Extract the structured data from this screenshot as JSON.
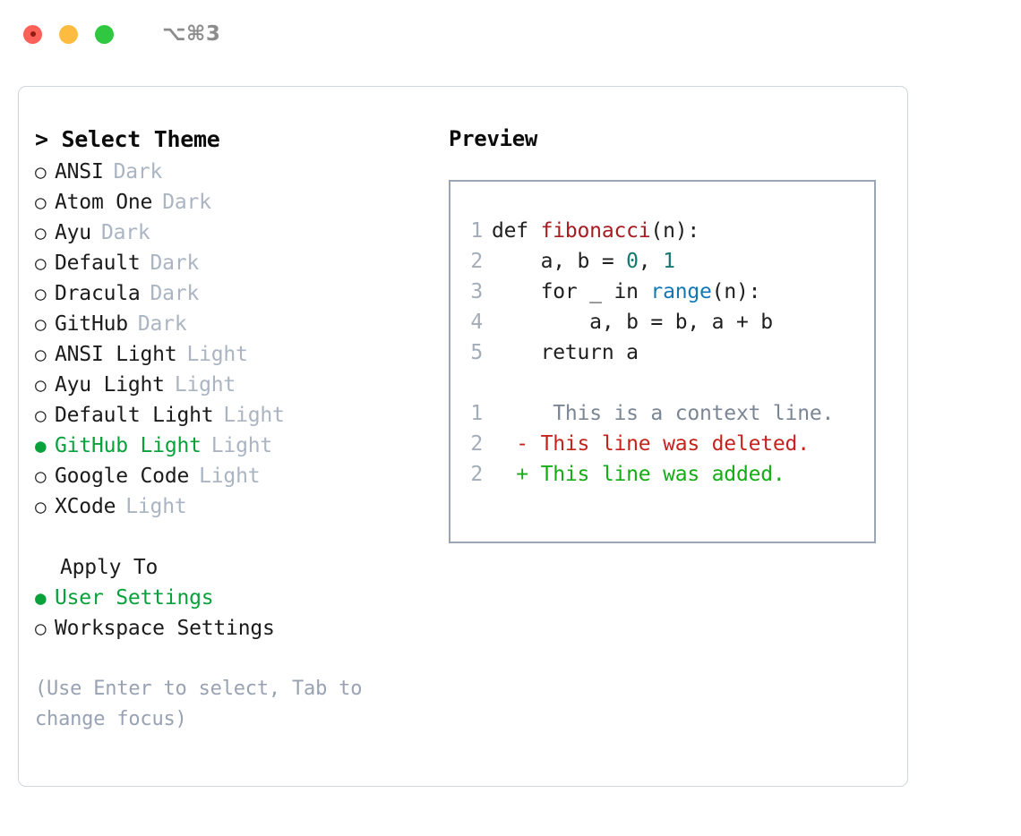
{
  "window": {
    "shortcut": "⌥⌘3",
    "traffic_lights": [
      "close",
      "minimize",
      "zoom"
    ]
  },
  "left": {
    "header": "> Select Theme",
    "themes": [
      {
        "bullet": "○",
        "name": "ANSI",
        "variant": "Dark",
        "selected": false
      },
      {
        "bullet": "○",
        "name": "Atom One",
        "variant": "Dark",
        "selected": false
      },
      {
        "bullet": "○",
        "name": "Ayu",
        "variant": "Dark",
        "selected": false
      },
      {
        "bullet": "○",
        "name": "Default",
        "variant": "Dark",
        "selected": false
      },
      {
        "bullet": "○",
        "name": "Dracula",
        "variant": "Dark",
        "selected": false
      },
      {
        "bullet": "○",
        "name": "GitHub",
        "variant": "Dark",
        "selected": false
      },
      {
        "bullet": "○",
        "name": "ANSI Light",
        "variant": "Light",
        "selected": false
      },
      {
        "bullet": "○",
        "name": "Ayu Light",
        "variant": "Light",
        "selected": false
      },
      {
        "bullet": "○",
        "name": "Default Light",
        "variant": "Light",
        "selected": false
      },
      {
        "bullet": "●",
        "name": "GitHub Light",
        "variant": "Light",
        "selected": true
      },
      {
        "bullet": "○",
        "name": "Google Code",
        "variant": "Light",
        "selected": false
      },
      {
        "bullet": "○",
        "name": "XCode",
        "variant": "Light",
        "selected": false
      }
    ],
    "apply_to_title": "Apply To",
    "apply_to": [
      {
        "bullet": "●",
        "name": "User Settings",
        "selected": true
      },
      {
        "bullet": "○",
        "name": "Workspace Settings",
        "selected": false
      }
    ],
    "hint": "(Use Enter to select, Tab to change focus)"
  },
  "right": {
    "title": "Preview",
    "code": [
      {
        "lno": "1",
        "segments": [
          {
            "text": "def ",
            "style": "plain"
          },
          {
            "text": "fibonacci",
            "style": "fn"
          },
          {
            "text": "(n):",
            "style": "plain"
          }
        ]
      },
      {
        "lno": "2",
        "segments": [
          {
            "text": "    a, b = ",
            "style": "plain"
          },
          {
            "text": "0",
            "style": "num"
          },
          {
            "text": ", ",
            "style": "plain"
          },
          {
            "text": "1",
            "style": "num"
          }
        ]
      },
      {
        "lno": "3",
        "segments": [
          {
            "text": "    for _ in ",
            "style": "plain"
          },
          {
            "text": "range",
            "style": "call"
          },
          {
            "text": "(n):",
            "style": "plain"
          }
        ]
      },
      {
        "lno": "4",
        "segments": [
          {
            "text": "        a, b = b, a + b",
            "style": "plain"
          }
        ]
      },
      {
        "lno": "5",
        "segments": [
          {
            "text": "    return a",
            "style": "plain"
          }
        ]
      }
    ],
    "diff": [
      {
        "lno": "1",
        "marker": " ",
        "text": "  This is a context line.",
        "kind": "context"
      },
      {
        "lno": "2",
        "marker": "-",
        "text": " This line was deleted.",
        "kind": "deleted"
      },
      {
        "lno": "2",
        "marker": "+",
        "text": " This line was added.",
        "kind": "added"
      }
    ]
  },
  "colors": {
    "accent_green": "#09a13c",
    "muted": "#aab4c2",
    "hint": "#98a2b2",
    "panel_border": "#cfd6de",
    "preview_border": "#9aa6b4",
    "token_function": "#a51c21",
    "token_number": "#127a6e",
    "token_call": "#1278b5",
    "diff_context": "#7b8694",
    "diff_deleted": "#c4241d",
    "diff_added": "#15ac15"
  }
}
